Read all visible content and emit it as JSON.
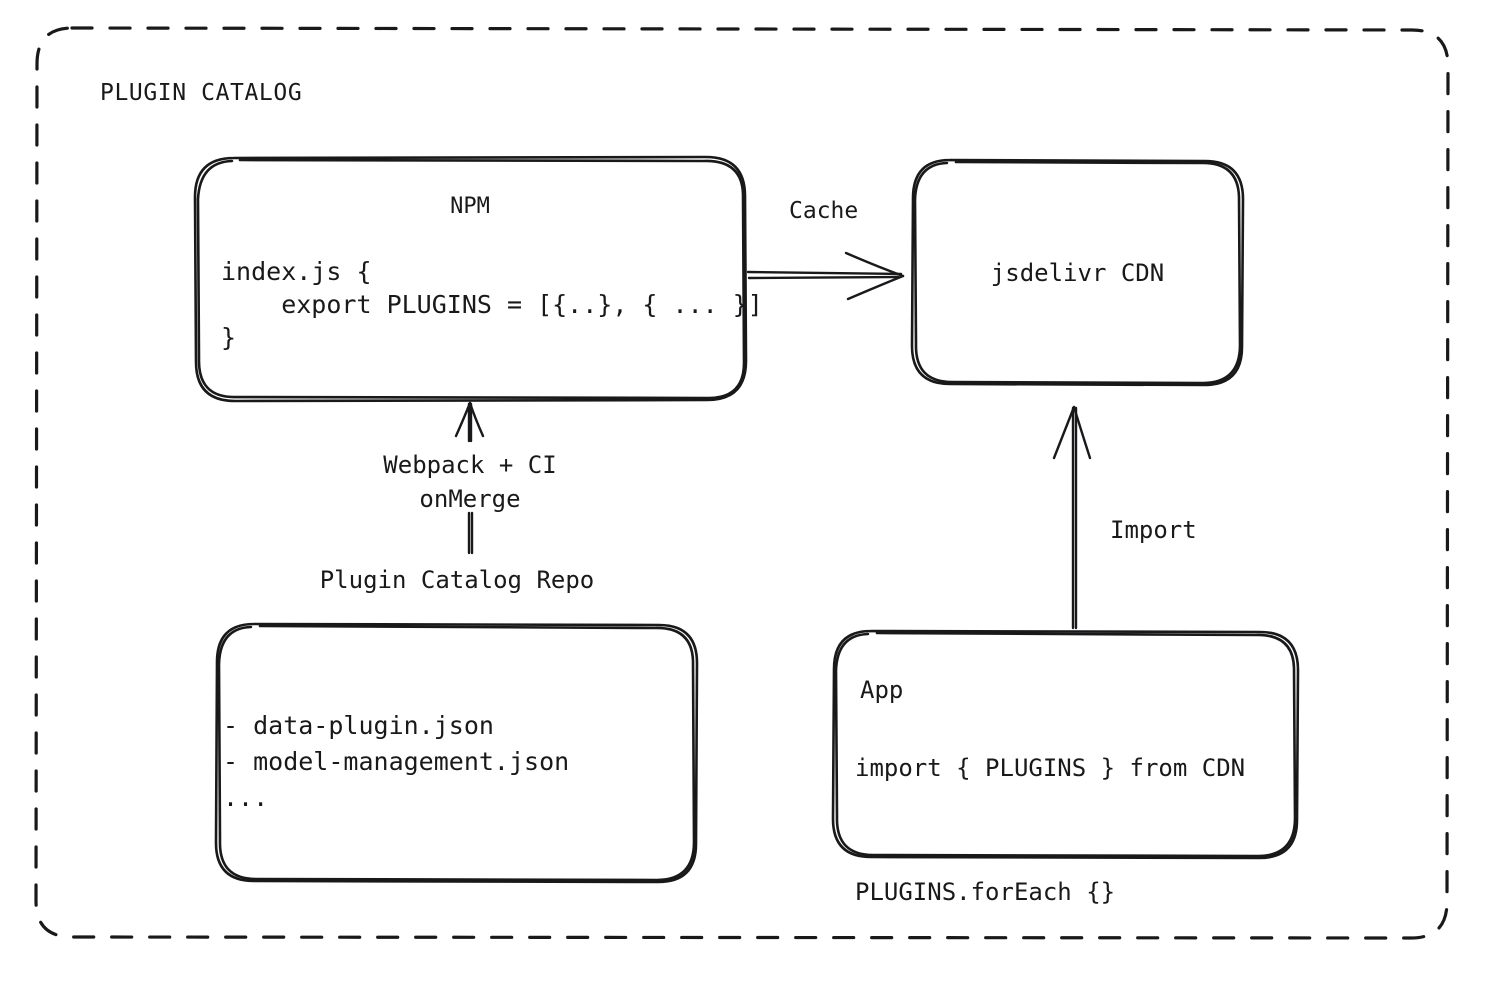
{
  "diagram": {
    "type": "architecture-flow",
    "title": "PLUGIN CATALOG",
    "background_color": "#ffffff",
    "stroke_color": "#19191b",
    "nodes": [
      {
        "id": "npm",
        "title": "NPM",
        "code": "index.js {\n    export PLUGINS = [{..}, { ... }]\n}"
      },
      {
        "id": "cdn",
        "title": "jsdelivr CDN"
      },
      {
        "id": "repo",
        "caption": "Plugin Catalog Repo",
        "body": "- data-plugin.json\n- model-management.json\n..."
      },
      {
        "id": "app",
        "title": "App",
        "code": "import { PLUGINS } from CDN\n\nPLUGINS.forEach {}"
      }
    ],
    "edges": [
      {
        "id": "npm-to-cdn",
        "label": "Cache",
        "from": "npm",
        "to": "cdn",
        "direction": "right"
      },
      {
        "id": "repo-to-npm",
        "label": "Webpack + CI\nonMerge",
        "from": "repo",
        "to": "npm",
        "direction": "up"
      },
      {
        "id": "app-to-cdn",
        "label": "Import",
        "from": "app",
        "to": "cdn",
        "direction": "up"
      }
    ]
  }
}
